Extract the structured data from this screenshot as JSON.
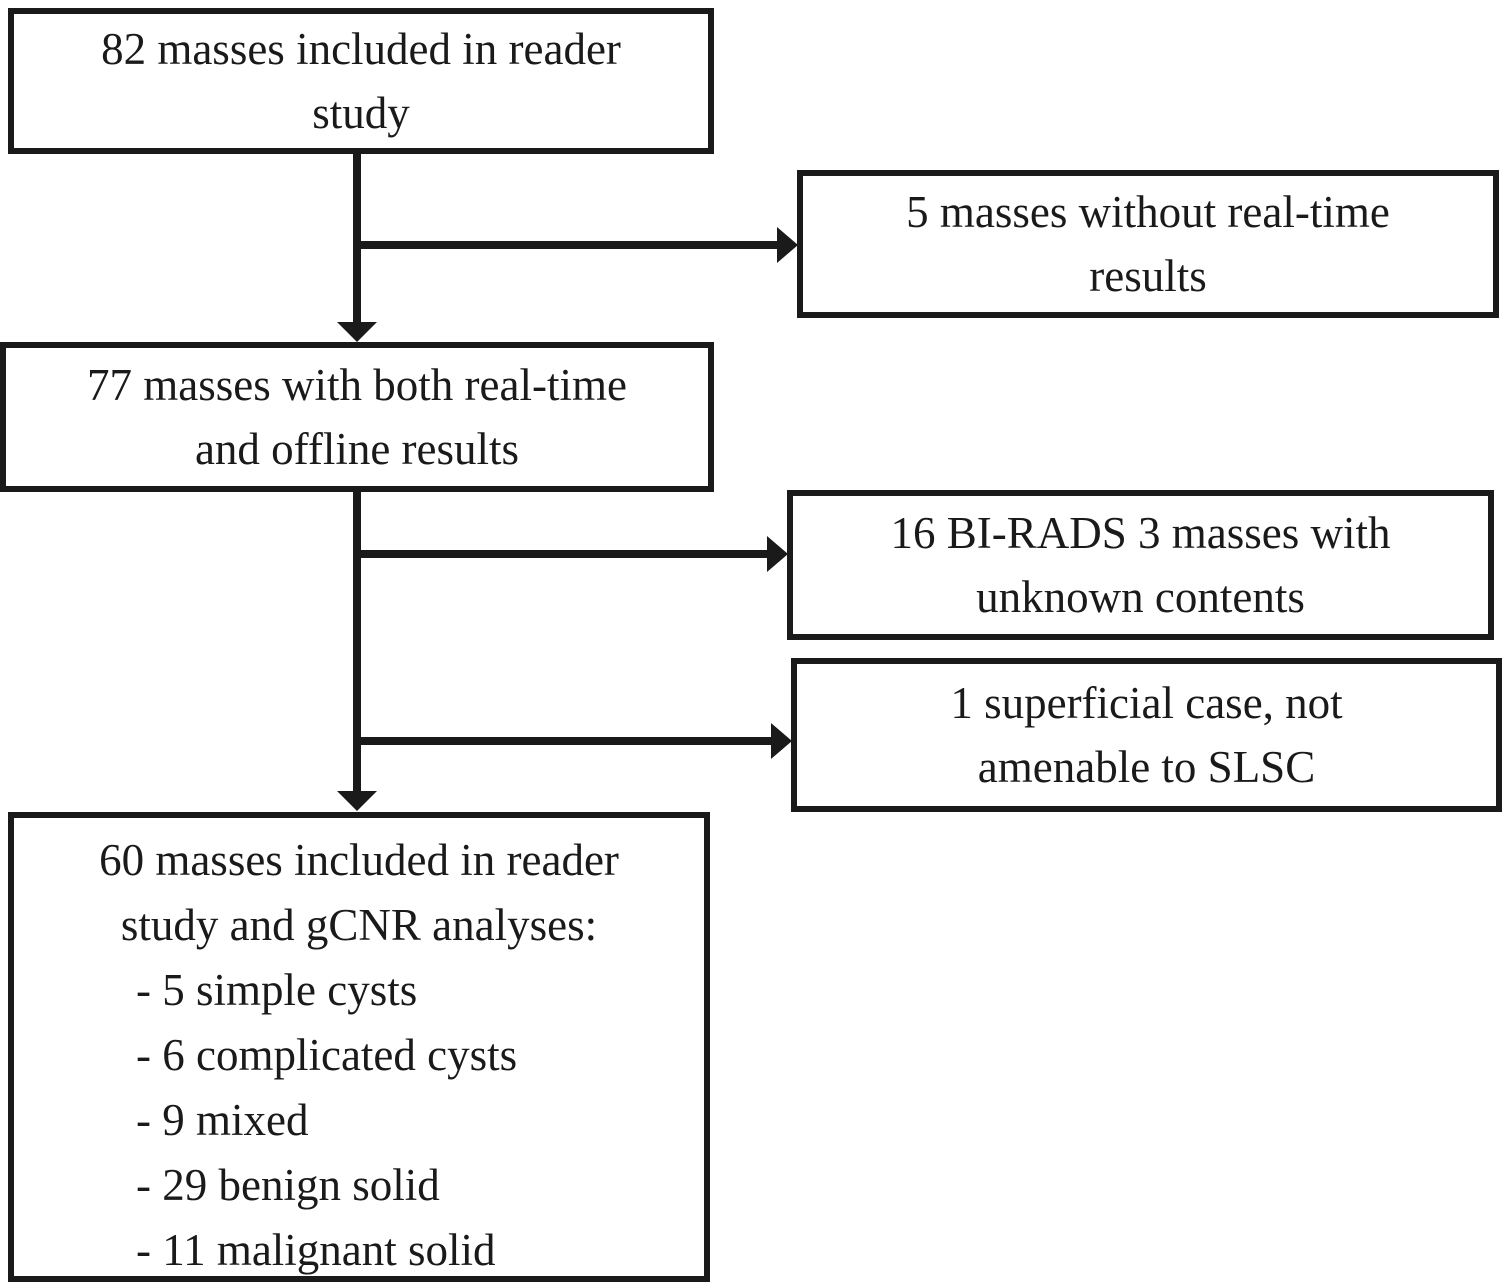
{
  "figure": {
    "type": "flowchart",
    "colors": {
      "line": "#1a1a1a",
      "background": "#ffffff",
      "text": "#1a1a1a"
    },
    "boxes": {
      "box_82": {
        "text": "82 masses included in reader study",
        "lines": [
          "82 masses included in reader",
          "study"
        ]
      },
      "box_5": {
        "text": "5 masses without real-time results",
        "lines": [
          "5 masses without real-time",
          "results"
        ]
      },
      "box_77": {
        "text": "77 masses with both real-time and offline results",
        "lines": [
          "77 masses with both real-time",
          "and offline results"
        ]
      },
      "box_16": {
        "text": "16 BI-RADS 3 masses with unknown contents",
        "lines": [
          "16 BI-RADS 3 masses with",
          "unknown contents"
        ]
      },
      "box_1": {
        "text": "1 superficial case, not amenable to SLSC",
        "lines": [
          "1 superficial case, not",
          "amenable to SLSC"
        ]
      },
      "box_60": {
        "heading": "60 masses included in reader study and gCNR analyses:",
        "heading_lines": [
          "60 masses included in reader",
          "study and gCNR analyses:"
        ],
        "items": [
          "- 5 simple cysts",
          "- 6 complicated cysts",
          "- 9 mixed",
          "- 29 benign solid",
          "- 11 malignant solid"
        ]
      }
    }
  }
}
